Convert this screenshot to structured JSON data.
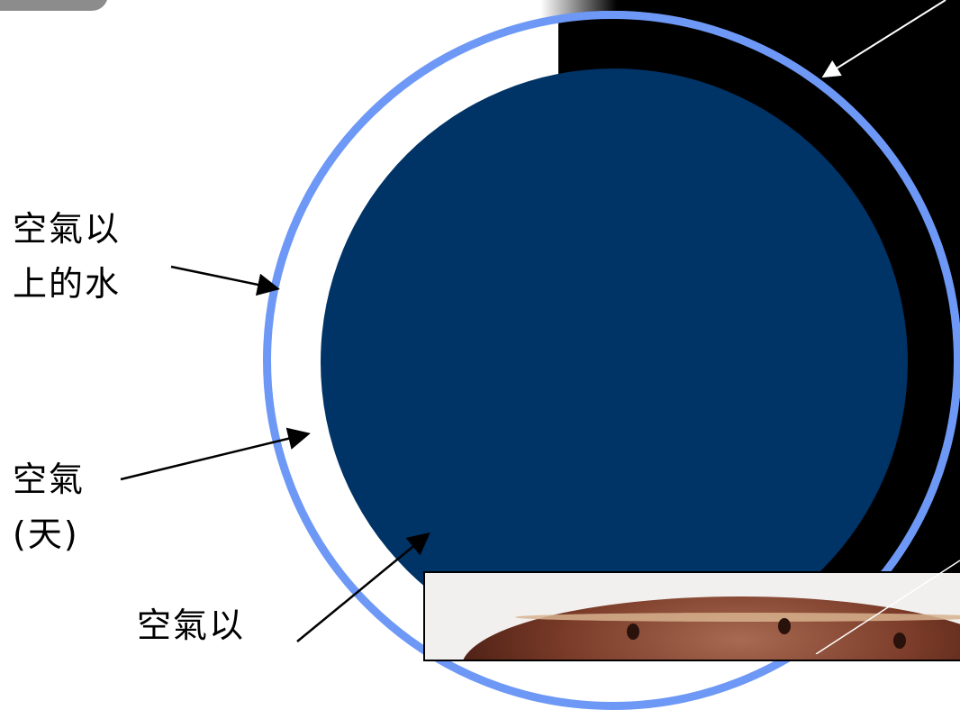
{
  "labels": {
    "water_above_line1": "空氣以",
    "water_above_line2": "上的水",
    "air_line1": "空氣",
    "air_line2": "(天)",
    "below_line1": "空氣以"
  },
  "colors": {
    "ring": "#6d98f5",
    "earth": "#003366",
    "dark_side": "#000000"
  }
}
